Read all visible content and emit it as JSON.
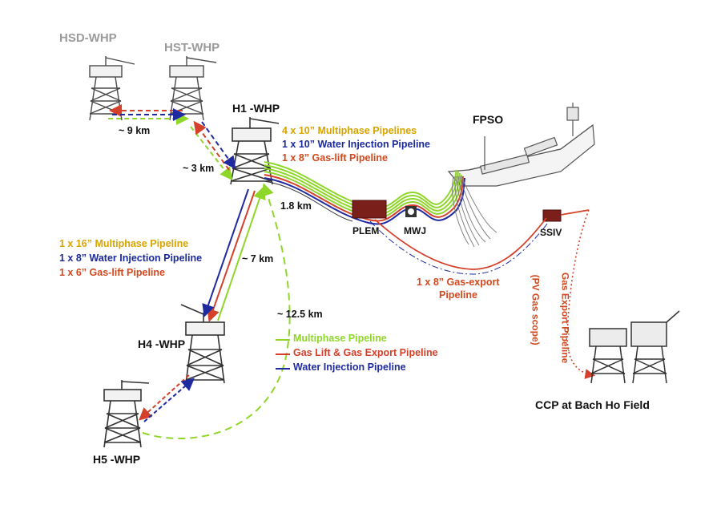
{
  "colors": {
    "multiphase": "#8fd62a",
    "gas": "#d4402a",
    "water": "#1f2aa0",
    "multiphase_text": "#d8a400",
    "water_text": "#1a2a9c",
    "gas_text": "#d2491e",
    "structure": "#3a3a3a",
    "plem": "#7a1f1a"
  },
  "platforms": {
    "hsd": "HSD-WHP",
    "hst": "HST-WHP",
    "h1": "H1 -WHP",
    "h4": "H4 -WHP",
    "h5": "H5 -WHP",
    "ccp": "CCP at Bach Ho Field",
    "fpso": "FPSO"
  },
  "equipment": {
    "plem": "PLEM",
    "mwj": "MWJ",
    "ssiv": "SSIV"
  },
  "distances": {
    "hsd_hst": "~ 9 km",
    "hst_h1": "~ 3 km",
    "h1_plem": "1.8 km",
    "h1_h4": "~ 7 km",
    "h1_h5": "~ 12.5 km"
  },
  "h1_fpso_lines": [
    {
      "text": "4 x 10” Multiphase Pipelines",
      "kind": "multi"
    },
    {
      "text": "1 x 10” Water Injection Pipeline",
      "kind": "water"
    },
    {
      "text": "1 x 8” Gas-lift Pipeline",
      "kind": "gas"
    }
  ],
  "h1_h4_lines": [
    {
      "text": "1 x 16” Multiphase Pipeline",
      "kind": "multi"
    },
    {
      "text": "1 x 8”  Water Injection Pipeline",
      "kind": "water"
    },
    {
      "text": "1 x 6” Gas-lift Pipeline",
      "kind": "gas"
    }
  ],
  "gas_export": {
    "line1": "1 x 8” Gas-export",
    "line2": "Pipeline",
    "vertical": "Gas Export Pipeline",
    "vertical_sub": "(PV Gas scope)"
  },
  "legend": [
    {
      "label": "Multiphase Pipeline",
      "key": "multiphase"
    },
    {
      "label": "Gas Lift & Gas Export Pipeline",
      "key": "gas"
    },
    {
      "label": "Water Injection Pipeline",
      "key": "water"
    }
  ]
}
